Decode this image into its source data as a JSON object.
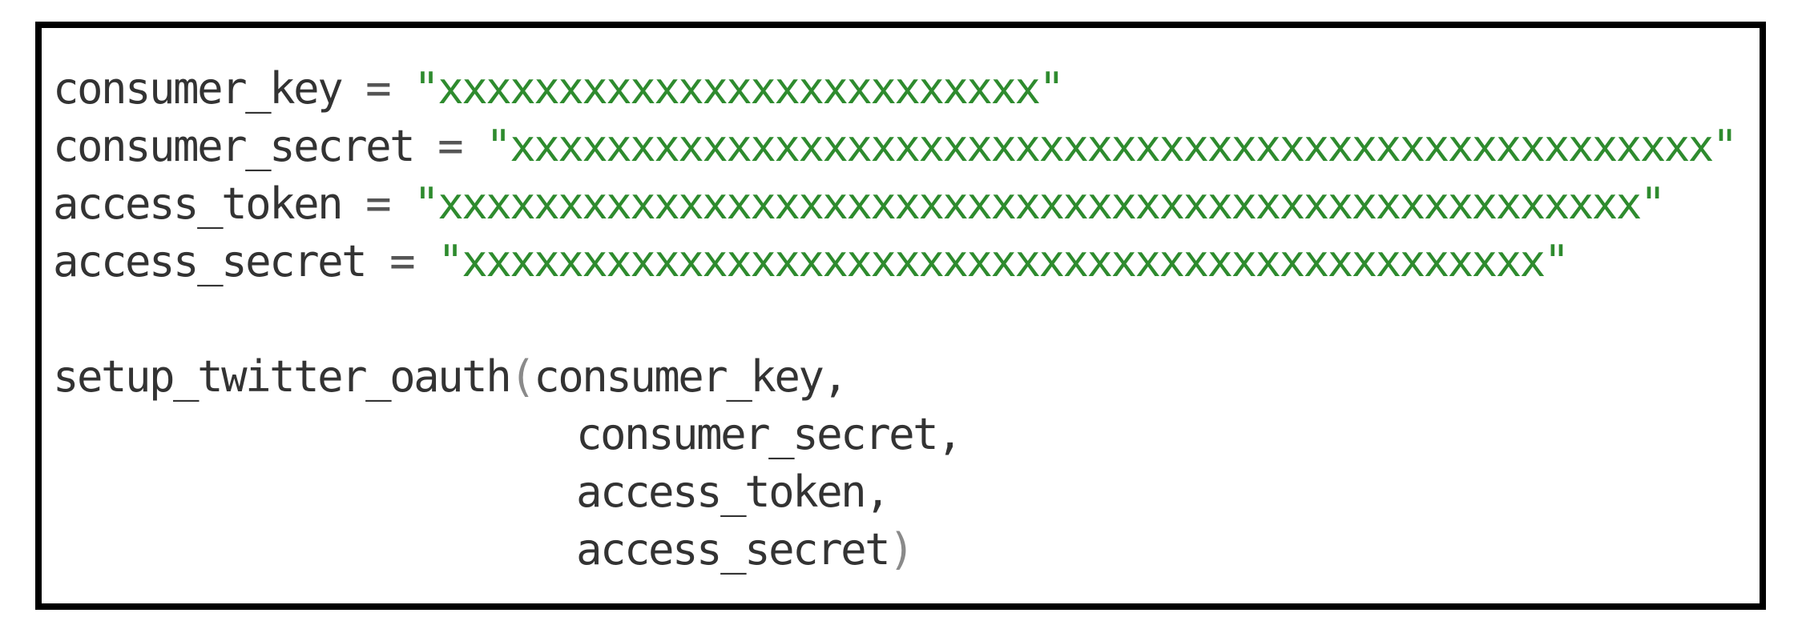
{
  "code": {
    "assignments": [
      {
        "name": "consumer_key",
        "op": " = ",
        "value": "\"xxxxxxxxxxxxxxxxxxxxxxxxx\""
      },
      {
        "name": "consumer_secret",
        "op": " = ",
        "value": "\"xxxxxxxxxxxxxxxxxxxxxxxxxxxxxxxxxxxxxxxxxxxxxxxxxx\""
      },
      {
        "name": "access_token",
        "op": " = ",
        "value": "\"xxxxxxxxxxxxxxxxxxxxxxxxxxxxxxxxxxxxxxxxxxxxxxxxxx\""
      },
      {
        "name": "access_secret",
        "op": " = ",
        "value": "\"xxxxxxxxxxxxxxxxxxxxxxxxxxxxxxxxxxxxxxxxxxxxx\""
      }
    ],
    "call": {
      "function": "setup_twitter_oauth",
      "open_paren": "(",
      "close_paren": ")",
      "args": [
        "consumer_key,",
        "consumer_secret,",
        "access_token,",
        "access_secret"
      ]
    }
  },
  "colors": {
    "string": "#2e8b2e",
    "text": "#333333",
    "paren": "#8a8a8a",
    "border": "#000000"
  }
}
